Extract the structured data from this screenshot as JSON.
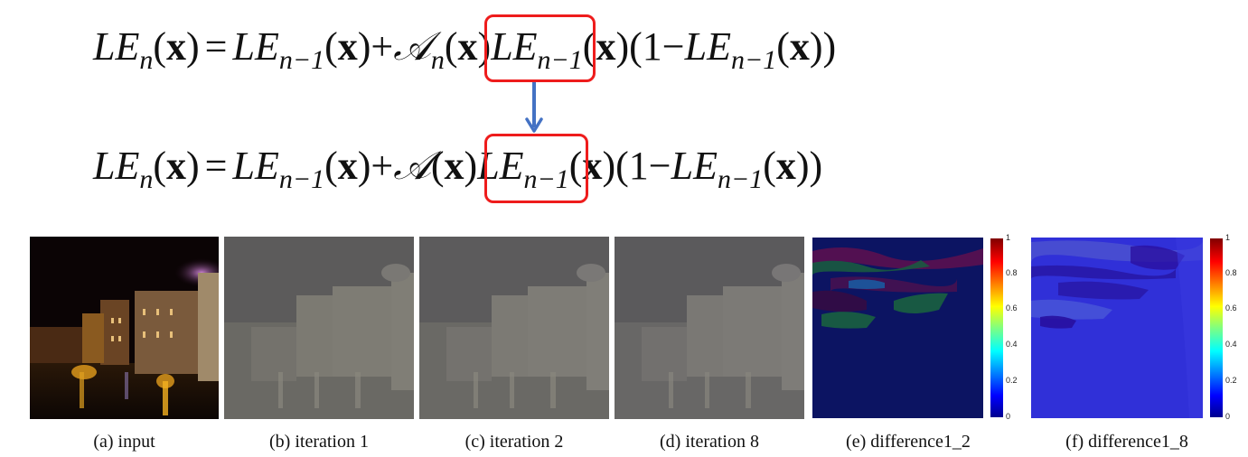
{
  "equations": {
    "eq1": {
      "lhs": "LE",
      "lhs_sub": "n",
      "arg": "x",
      "equals": "=",
      "term1": "LE",
      "term1_sub": "n−1",
      "plus": "+",
      "highlight": "𝒜",
      "highlight_sub": "n",
      "term2": "LE",
      "term2_sub": "n−1",
      "one": "1",
      "minus": "−",
      "term3": "LE",
      "term3_sub": "n−1"
    },
    "eq2": {
      "lhs": "LE",
      "lhs_sub": "n",
      "arg": "x",
      "equals": "=",
      "term1": "LE",
      "term1_sub": "n−1",
      "plus": "+",
      "highlight": "𝒜",
      "term2": "LE",
      "term2_sub": "n−1",
      "one": "1",
      "minus": "−",
      "term3": "LE",
      "term3_sub": "n−1"
    },
    "highlight_color": "#ee1c1c",
    "arrow_color": "#4472c4"
  },
  "panels": [
    {
      "id": "a",
      "caption": "(a) input"
    },
    {
      "id": "b",
      "caption": "(b) iteration 1"
    },
    {
      "id": "c",
      "caption": "(c) iteration 2"
    },
    {
      "id": "d",
      "caption": "(d) iteration 8"
    },
    {
      "id": "e",
      "caption": "(e) difference1_2"
    },
    {
      "id": "f",
      "caption": "(f) difference1_8"
    }
  ],
  "colorbar": {
    "ticks": [
      "1",
      "0.8",
      "0.6",
      "0.4",
      "0.2",
      "0"
    ],
    "colormap": "jet"
  }
}
